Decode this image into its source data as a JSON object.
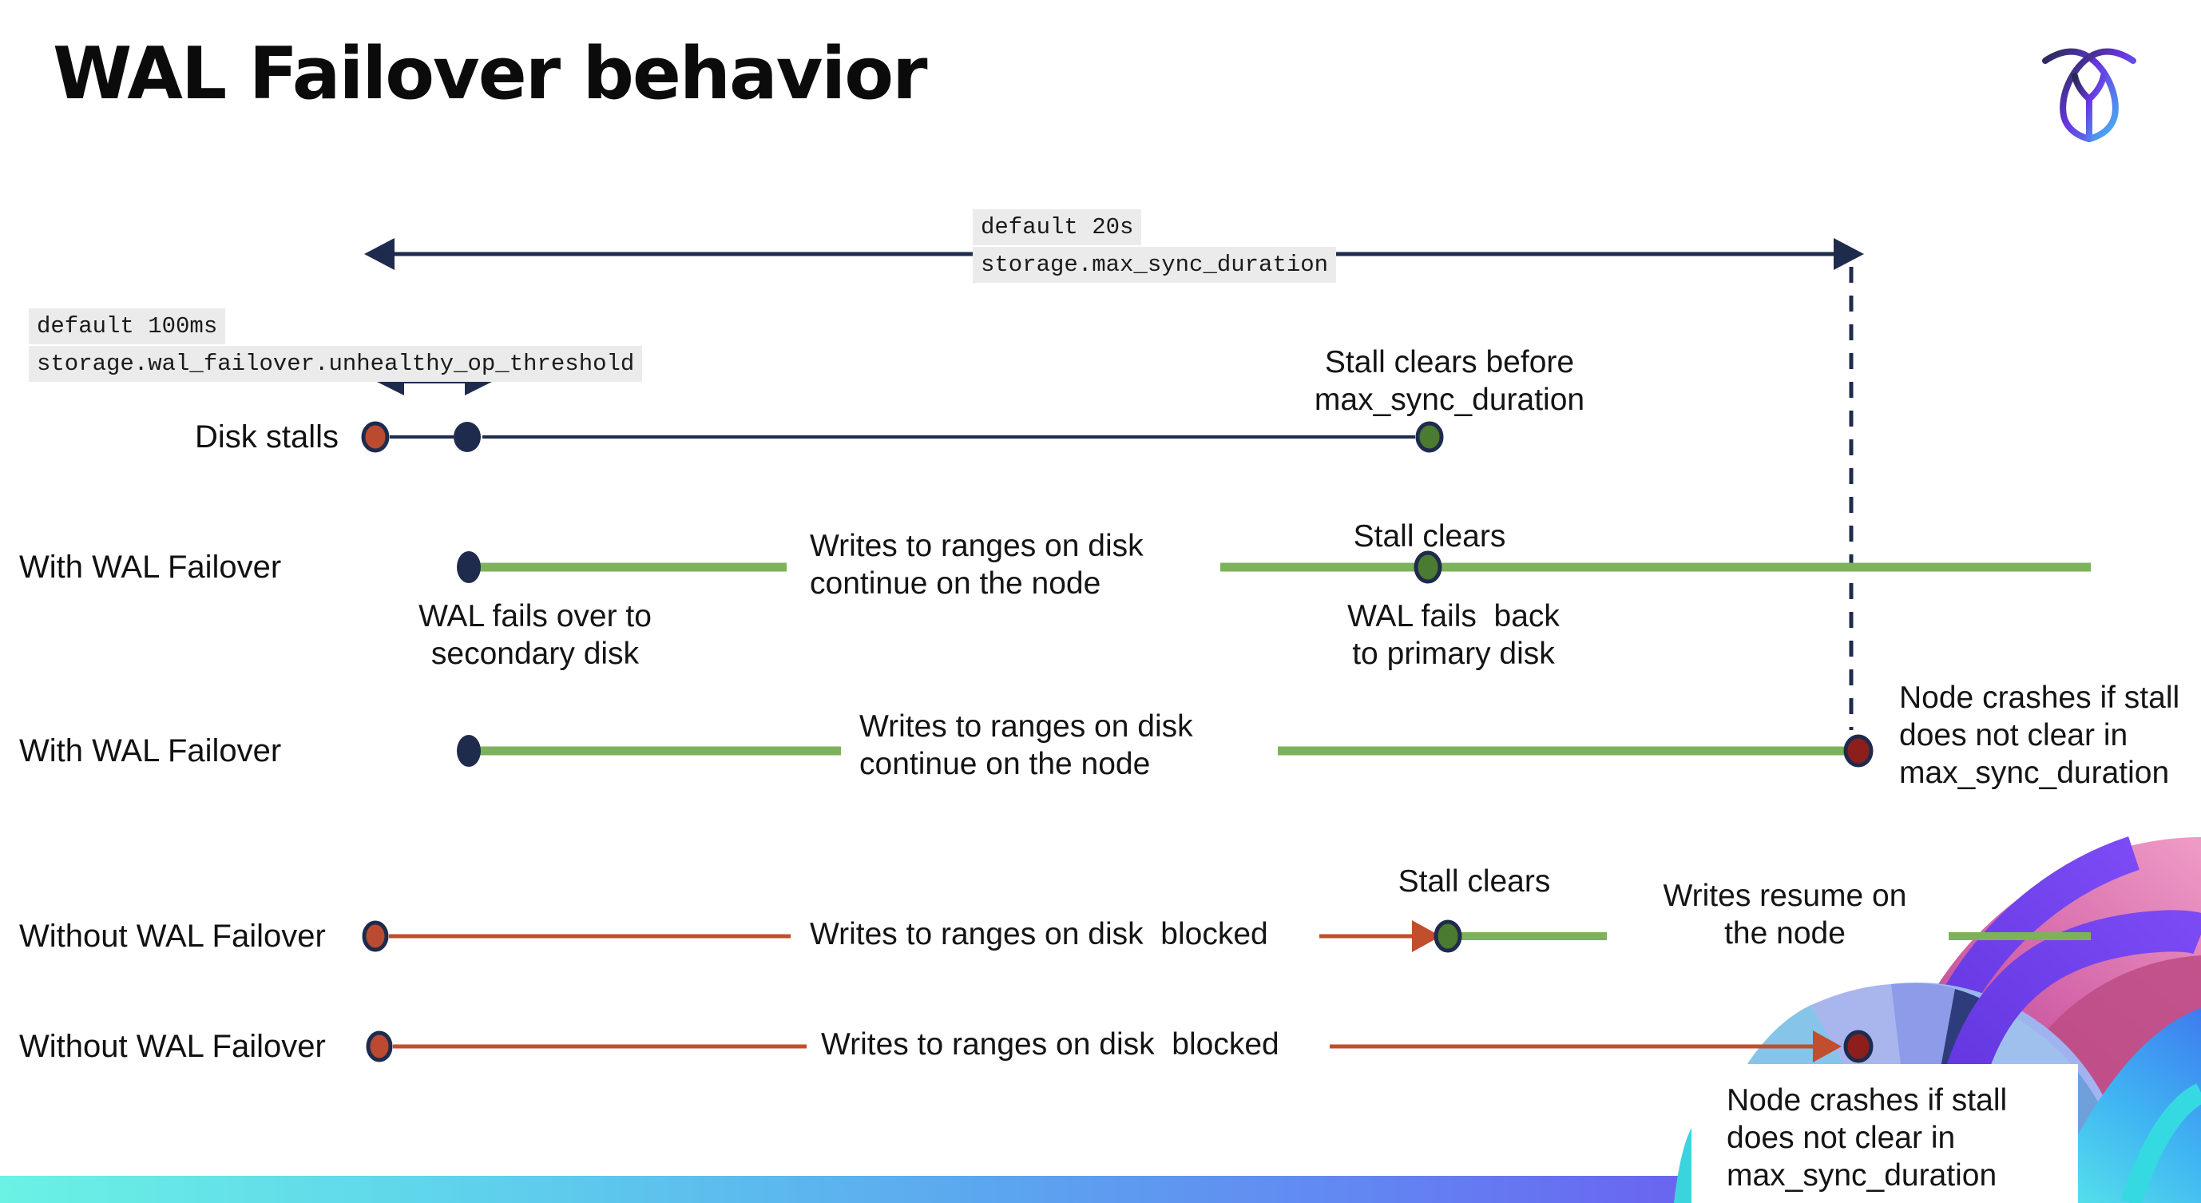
{
  "title": "WAL Failover behavior",
  "logo_icon": "cockroachdb-mark",
  "config_labels": {
    "max_sync_default": "default 20s",
    "max_sync_setting": "storage.max_sync_duration",
    "threshold_default": "default 100ms",
    "threshold_setting": "storage.wal_failover.unhealthy_op_threshold"
  },
  "rows": {
    "disk_stalls": {
      "label": "Disk stalls"
    },
    "with_wal_1": {
      "label": "With WAL Failover"
    },
    "with_wal_2": {
      "label": "With WAL Failover"
    },
    "without_wal_1": {
      "label": "Without WAL Failover"
    },
    "without_wal_2": {
      "label": "Without WAL Failover"
    }
  },
  "notes": {
    "stall_clears_before": "Stall clears before\nmax_sync_duration",
    "writes_continue_1": "Writes to ranges on disk\ncontinue on the node",
    "stall_clears_with": "Stall clears",
    "wal_fails_over": "WAL fails over to\nsecondary disk",
    "wal_fails_back": "WAL fails  back\nto primary disk",
    "writes_continue_2": "Writes to ranges on disk\ncontinue on the node",
    "node_crashes_with": "Node crashes if stall\ndoes not clear in\nmax_sync_duration",
    "writes_blocked_1": "Writes to ranges on disk  blocked",
    "stall_clears_without": "Stall clears",
    "writes_resume": "Writes resume on\nthe node",
    "writes_blocked_2": "Writes to ranges on disk  blocked",
    "node_crashes_without": "Node crashes if stall\ndoes not clear in\nmax_sync_duration"
  },
  "colors": {
    "navy": "#1F2B4D",
    "green_line": "#7DB25A",
    "green_dot": "#4B7A31",
    "red_line": "#C14E2D",
    "red_dot": "#BA4A30",
    "dark_red_dot": "#8C1F1C",
    "label_highlight_bg": "#EBEBEB",
    "bar_gradient": [
      "#6AF2E4",
      "#5BA6EF",
      "#6C3BF2"
    ]
  }
}
